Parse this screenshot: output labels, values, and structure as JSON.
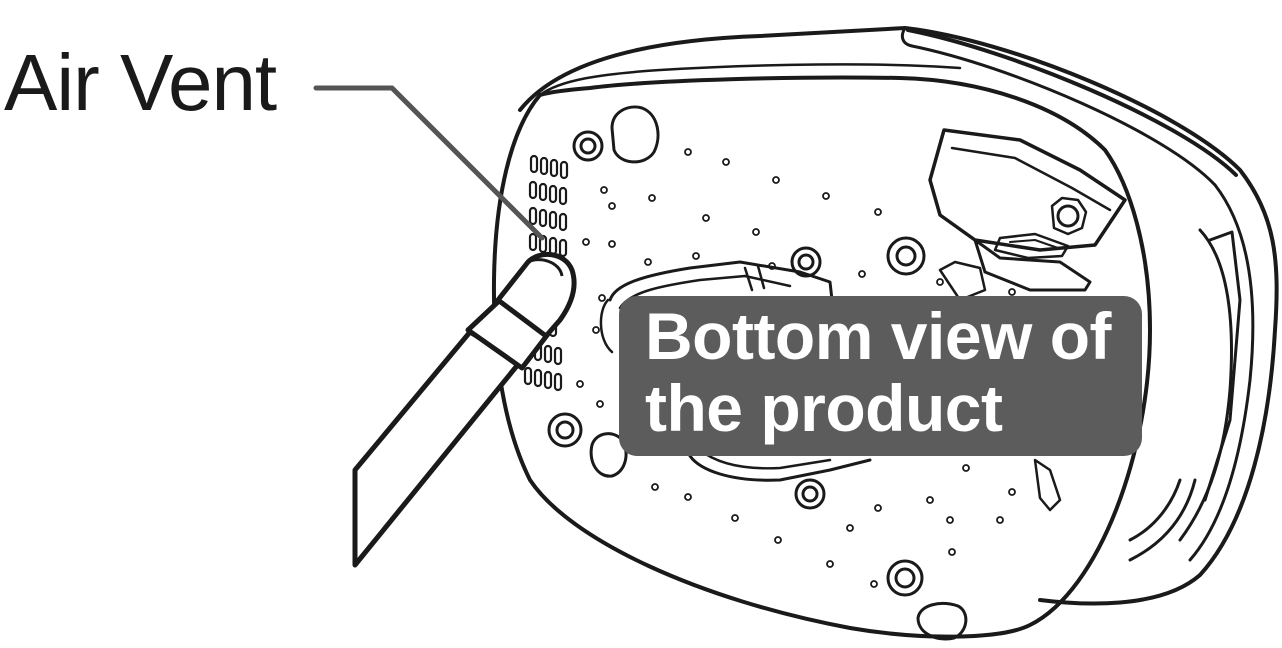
{
  "callout": {
    "label": "Air Vent"
  },
  "product_label": {
    "line1": "Bottom view of",
    "line2": "the product"
  },
  "colors": {
    "ink": "#1a1a1a",
    "label_box": "#5c5c5c",
    "leader_line": "#555555",
    "background": "#ffffff"
  }
}
